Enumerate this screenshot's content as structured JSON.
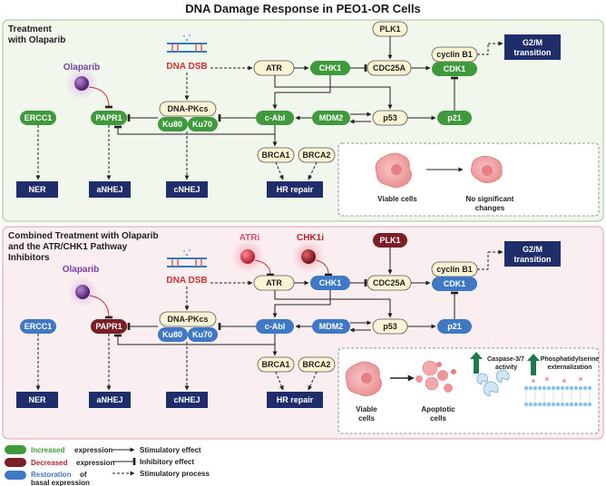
{
  "title": "DNA Damage Response in PEO1-OR Cells",
  "panel1": {
    "heading_line1": "Treatment",
    "heading_line2": "with Olaparib",
    "drug": "Olaparib",
    "dsb": "DNA DSB",
    "nodes": {
      "atr": "ATR",
      "chk1": "CHK1",
      "cdc25a": "CDC25A",
      "plk1": "PLK1",
      "cyclin_b1": "cyclin B1",
      "cdk1": "CDK1",
      "g2m": "G2/M transition",
      "ercc1": "ERCC1",
      "papr1": "PAPR1",
      "dna_pkcs": "DNA-PKcs",
      "ku80": "Ku80",
      "ku70": "Ku70",
      "c_abl": "c-Abl",
      "mdm2": "MDM2",
      "p53": "p53",
      "p21": "p21",
      "brca1": "BRCA1",
      "brca2": "BRCA2",
      "ner": "NER",
      "anhej": "aNHEJ",
      "cnhej": "cNHEJ",
      "hr_repair": "HR repair"
    },
    "outcome": {
      "viable": "Viable cells",
      "none": "No significant changes"
    }
  },
  "panel2": {
    "heading_line1": "Combined Treatment with Olaparib",
    "heading_line2": "and the ATR/CHK1 Pathway",
    "heading_line3": "Inhibitors",
    "drug": "Olaparib",
    "atri": "ATRi",
    "chk1i": "CHK1i",
    "dsb": "DNA DSB",
    "nodes": {
      "atr": "ATR",
      "chk1": "CHK1",
      "cdc25a": "CDC25A",
      "plk1": "PLK1",
      "cyclin_b1": "cyclin B1",
      "cdk1": "CDK1",
      "g2m": "G2/M transition",
      "ercc1": "ERCC1",
      "papr1": "PAPR1",
      "dna_pkcs": "DNA-PKcs",
      "ku80": "Ku80",
      "ku70": "Ku70",
      "c_abl": "c-Abl",
      "mdm2": "MDM2",
      "p53": "p53",
      "p21": "p21",
      "brca1": "BRCA1",
      "brca2": "BRCA2",
      "ner": "NER",
      "anhej": "aNHEJ",
      "cnhej": "cNHEJ",
      "hr_repair": "HR repair"
    },
    "outcome": {
      "viable": "Viable cells",
      "apoptotic": "Apoptotic cells",
      "caspase": "Caspase-3/7 activity",
      "ps": "Phosphatidylserine externalization"
    }
  },
  "legend": {
    "increased_word": "Increased",
    "increased_rest": "expression",
    "decreased_word": "Decreased",
    "decreased_rest": "expression",
    "restoration_word": "Restoration",
    "restoration_rest": "of",
    "restoration_line2": "basal expression",
    "stimulatory": "Stimulatory effect",
    "inhibitory": "Inhibitory effect",
    "process": "Stimulatory process"
  },
  "colors": {
    "green": "#3f9a3c",
    "red": "#7c1f24",
    "blue": "#3f78c4",
    "navy": "#1f2d6b",
    "cream": "#fbf4d4",
    "drug_purple": "#6b2d8c",
    "inhibitor_red": "#d0314a",
    "panel1_bg": "#f1f7ec",
    "panel2_bg": "#fbeef0"
  }
}
